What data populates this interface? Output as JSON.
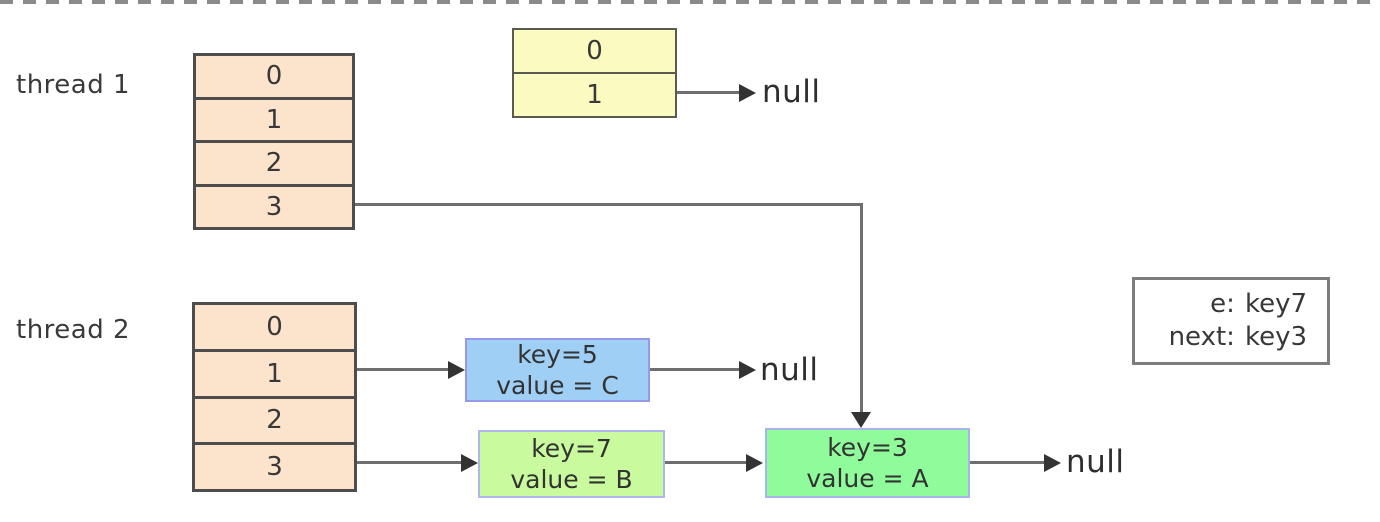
{
  "thread1": {
    "label": "thread 1",
    "buckets": [
      "0",
      "1",
      "2",
      "3"
    ],
    "aux_table": {
      "buckets": [
        "0",
        "1"
      ],
      "null_label": "null"
    }
  },
  "thread2": {
    "label": "thread 2",
    "buckets": [
      "0",
      "1",
      "2",
      "3"
    ],
    "node_key5": {
      "line1": "key=5",
      "line2": "value = C",
      "next_label": "null"
    },
    "node_key7": {
      "line1": "key=7",
      "line2": "value = B"
    },
    "node_key3": {
      "line1": "key=3",
      "line2": "value = A",
      "next_label": "null"
    },
    "state_box": {
      "row1_label": "e:",
      "row1_value": "key7",
      "row2_label": "next:",
      "row2_value": "key3"
    }
  },
  "colors": {
    "bucket_fill": "#FCE4CC",
    "aux_table_fill": "#FBFAC1",
    "node_key5_fill": "#9FCFF5",
    "node_key7_fill": "#C9FA9D",
    "node_key3_fill": "#90FB9B",
    "node_border": "#9B9BEA",
    "table_border": "#4D4D4D",
    "line": "#6E6E6E",
    "arrowhead": "#333333",
    "text": "#383838"
  }
}
